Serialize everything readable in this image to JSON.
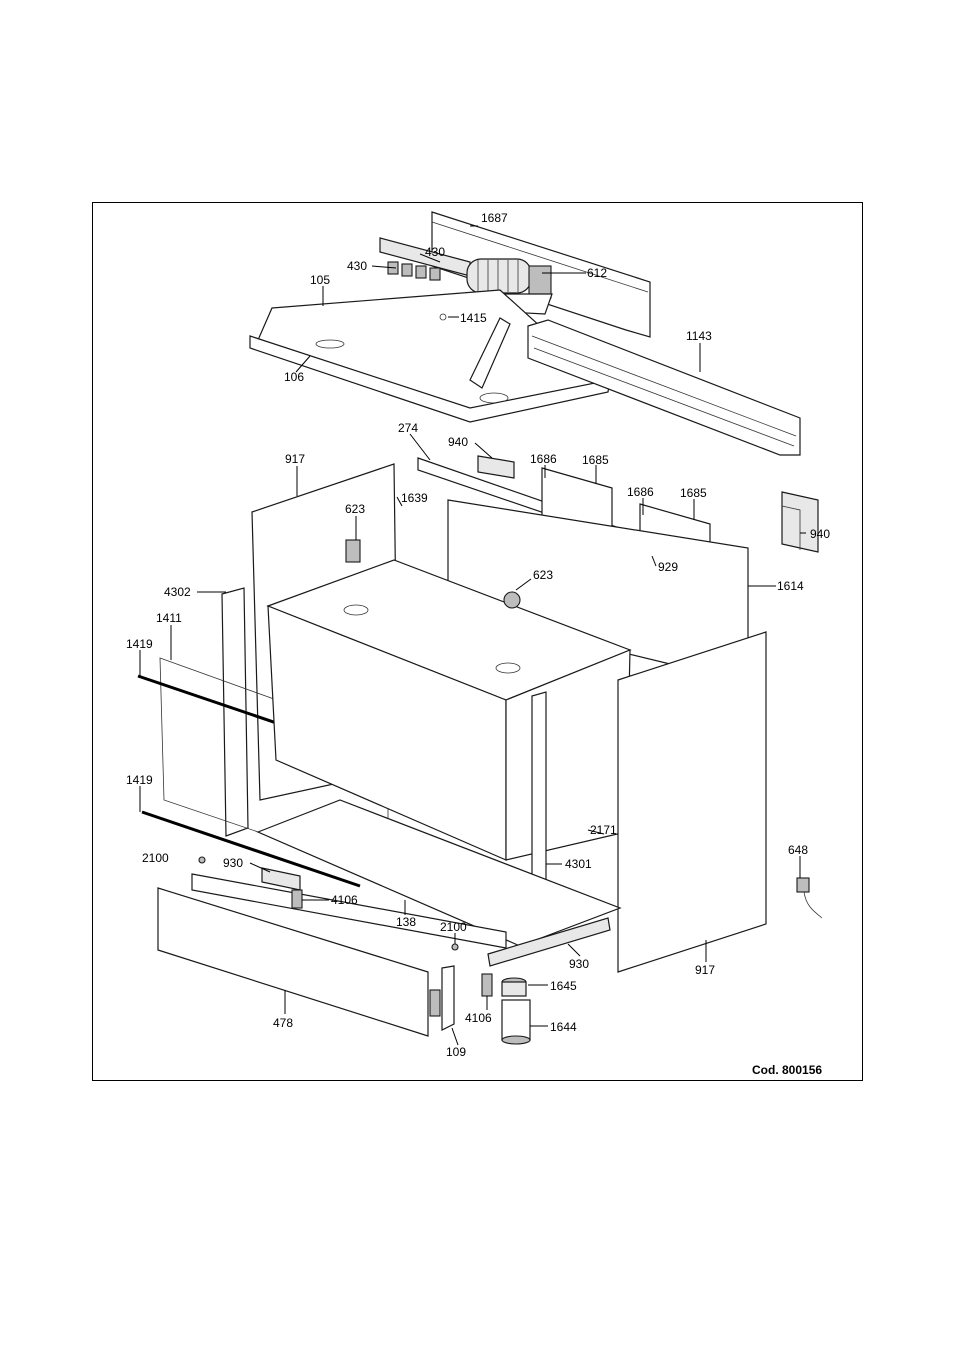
{
  "diagram": {
    "code_text": "Cod. 800156",
    "labels": {
      "p1687": "1687",
      "p430a": "430",
      "p430b": "430",
      "p612": "612",
      "p105": "105",
      "p1415": "1415",
      "p1143": "1143",
      "p106": "106",
      "p274": "274",
      "p940a": "940",
      "p1686a": "1686",
      "p1685a": "1685",
      "p1686b": "1686",
      "p1685b": "1685",
      "p917a": "917",
      "p1639": "1639",
      "p623a": "623",
      "p940b": "940",
      "p929": "929",
      "p623b": "623",
      "p1614": "1614",
      "p4302": "4302",
      "p1411": "1411",
      "p1419a": "1419",
      "p1419b": "1419",
      "p2171": "2171",
      "p648": "648",
      "p2100a": "2100",
      "p930a": "930",
      "p4301": "4301",
      "p4106a": "4106",
      "p138": "138",
      "p2100b": "2100",
      "p930b": "930",
      "p917b": "917",
      "p1645": "1645",
      "p478": "478",
      "p4106b": "4106",
      "p1644": "1644",
      "p109": "109"
    }
  }
}
